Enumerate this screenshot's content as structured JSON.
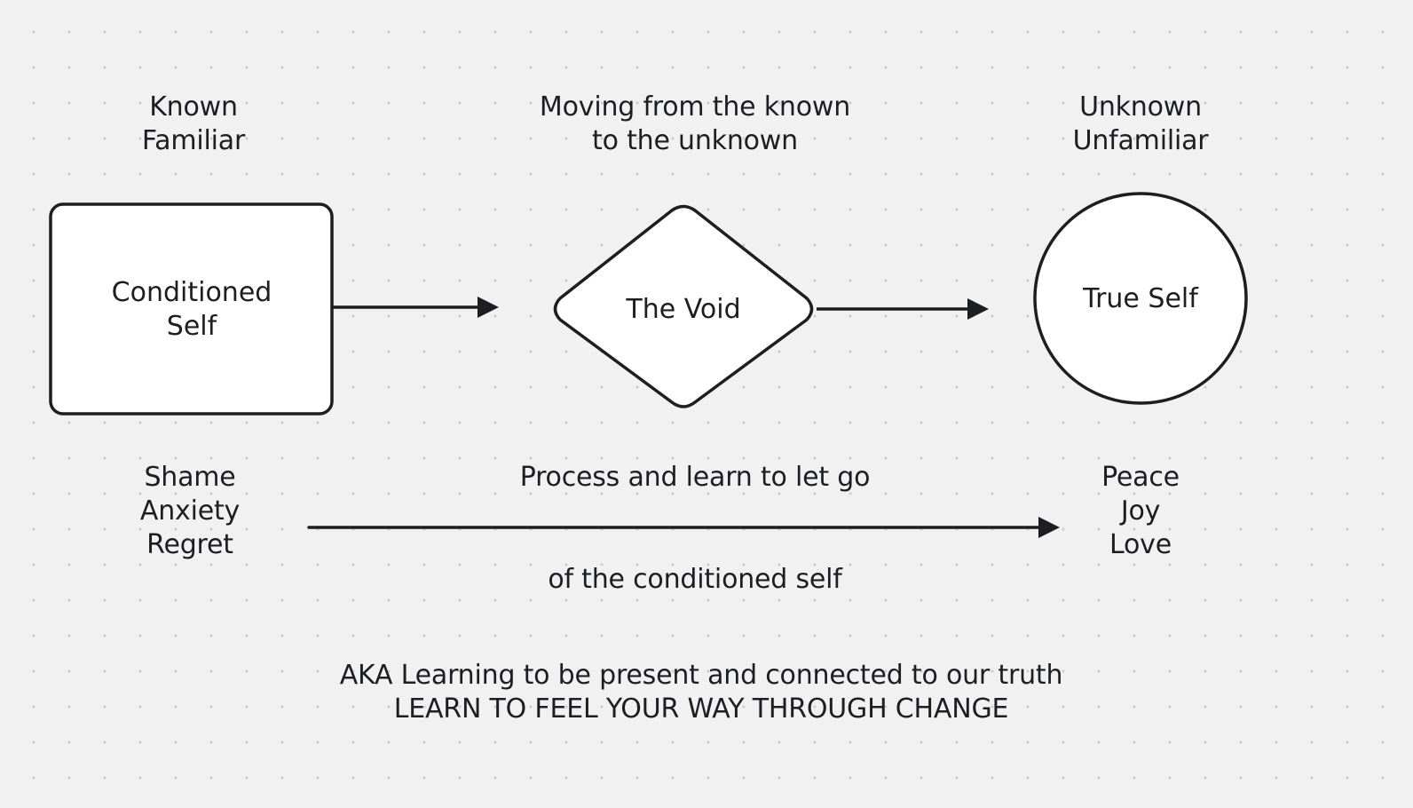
{
  "colors": {
    "background": "#f1f1f1",
    "grid_dot": "#cfcfcf",
    "stroke": "#1c1e21",
    "shape_fill": "#ffffff",
    "text": "#1c1e21"
  },
  "columns": {
    "left": {
      "header": [
        "Known",
        "Familiar"
      ],
      "node": {
        "shape": "rounded-rectangle",
        "lines": [
          "Conditioned",
          "Self"
        ]
      },
      "feelings": [
        "Shame",
        "Anxiety",
        "Regret"
      ]
    },
    "middle": {
      "header": [
        "Moving from the known",
        "to the unknown"
      ],
      "node": {
        "shape": "diamond",
        "lines": [
          "The Void"
        ]
      }
    },
    "right": {
      "header": [
        "Unknown",
        "Unfamiliar"
      ],
      "node": {
        "shape": "circle",
        "lines": [
          "True Self"
        ]
      },
      "feelings": [
        "Peace",
        "Joy",
        "Love"
      ]
    }
  },
  "connectors": [
    {
      "from": "Conditioned Self",
      "to": "The Void",
      "type": "arrow"
    },
    {
      "from": "The Void",
      "to": "True Self",
      "type": "arrow"
    },
    {
      "from": "Shame / Anxiety / Regret",
      "to": "Peace / Joy / Love",
      "type": "arrow"
    }
  ],
  "process": {
    "above": "Process and learn to let go",
    "below": "of the conditioned self"
  },
  "footer": {
    "line1": "AKA Learning to be present and connected to our truth",
    "line2": "LEARN TO FEEL YOUR WAY THROUGH CHANGE"
  }
}
